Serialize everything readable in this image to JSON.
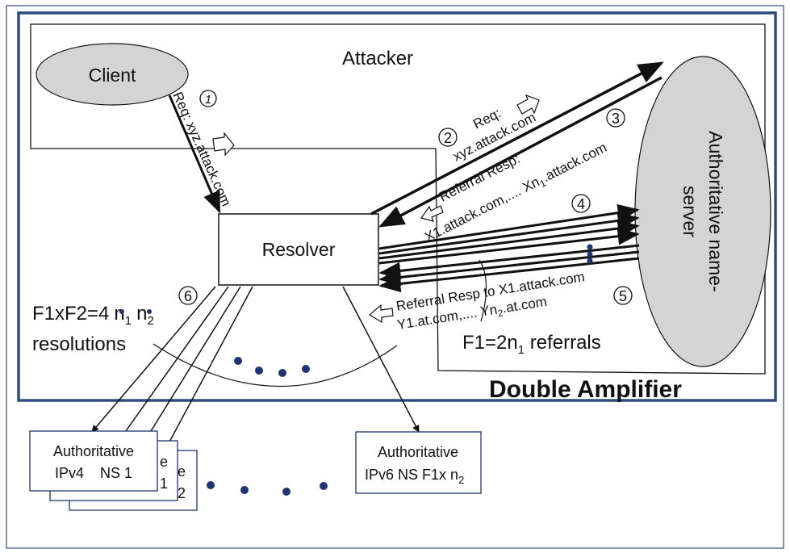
{
  "client": {
    "label": "Client"
  },
  "attacker": {
    "label": "Attacker"
  },
  "resolver": {
    "label": "Resolver"
  },
  "auth_server": {
    "line1": "Authoritative name-",
    "line2": "server"
  },
  "steps": {
    "s1": "1",
    "s2": "2",
    "s3": "3",
    "s4": "4",
    "s5": "5",
    "s6": "6"
  },
  "messages": {
    "req_client": "Req: xyz.attack.com",
    "req_auth_1": "Req:",
    "req_auth_2": "xyz.attack.com",
    "referral_1_line1": "Referral Resp:",
    "referral_1_line2": "X1.attack.com,.... Xn",
    "referral_1_sub": "1",
    "referral_1_tail": ".attack.com",
    "referral_2_line1": "Referral Resp to X1.attack.com",
    "referral_2_line2": "Y1.at.com,.... Yn",
    "referral_2_sub": "2",
    "referral_2_tail": ".at.com"
  },
  "formulas": {
    "f1_main": "F1=2n",
    "f1_sub": "1",
    "f1_tail": " referrals",
    "f1xf2_main": "F1xF2=4",
    "f1xf2_n1": "n",
    "f1xf2_n1_sub": "1",
    "f1xf2_n2": "n",
    "f1xf2_n2_sub": "2",
    "f1xf2_line2": "resolutions"
  },
  "title": "Double Amplifier",
  "ns_boxes": {
    "ipv4_line1": "Authoritative",
    "ipv4_line2": "IPv4    NS 1",
    "back_1a": "e",
    "back_1b": "1",
    "back_2a": "e",
    "back_2b": "2",
    "ipv6_line1": "Authoritative",
    "ipv6_line2": "IPv6 NS F1x n",
    "ipv6_sub": "2"
  },
  "colors": {
    "frame": "#2f4a7c",
    "ellipse_fill": "#d4d4d4",
    "line": "#111111"
  }
}
